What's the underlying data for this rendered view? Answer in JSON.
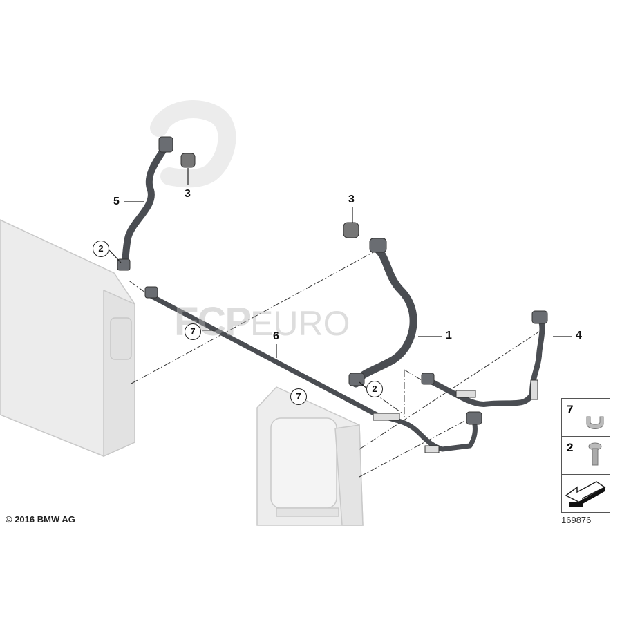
{
  "diagram": {
    "callouts": [
      {
        "id": "5",
        "style": "plain"
      },
      {
        "id": "3",
        "style": "plain"
      },
      {
        "id": "3",
        "style": "plain"
      },
      {
        "id": "2",
        "style": "circled"
      },
      {
        "id": "7",
        "style": "circled"
      },
      {
        "id": "6",
        "style": "plain"
      },
      {
        "id": "1",
        "style": "plain"
      },
      {
        "id": "2",
        "style": "circled"
      },
      {
        "id": "7",
        "style": "circled"
      },
      {
        "id": "4",
        "style": "plain"
      }
    ],
    "legend": [
      {
        "id": "7",
        "icon": "clip-icon"
      },
      {
        "id": "2",
        "icon": "screw-icon"
      },
      {
        "id": "",
        "icon": "direction-arrow-icon"
      }
    ],
    "watermark": {
      "brand": "FCP",
      "suffix": "EURO"
    },
    "copyright": "© 2016 BMW AG",
    "reference_number": "169876"
  }
}
